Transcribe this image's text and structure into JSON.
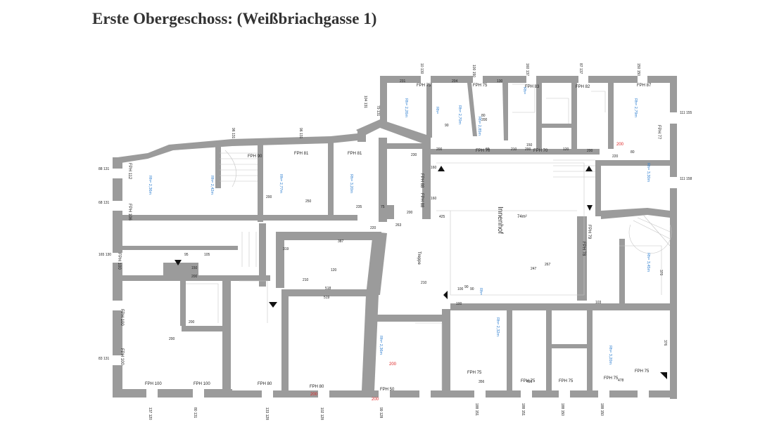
{
  "title": "Erste Obergeschoss: (Weißbriachgasse 1)",
  "courtyard_label": "Innenhof",
  "courtyard_area": "74m²",
  "stair_text": "Treppe",
  "fph_labels": [
    "FPH 75",
    "FPH 75",
    "FPH 83",
    "FPH 82",
    "FPH 87",
    "FPH 77",
    "FPH 90",
    "FPH 81",
    "FPH 81",
    "FPH 112",
    "FPH 106",
    "FPH 100",
    "FPH 100",
    "FPH 100",
    "FPH 100",
    "FPH 100",
    "FPH 80",
    "FPH 80",
    "FPH 50",
    "FPH 75",
    "FPH 75",
    "FPH 75",
    "FPH 75",
    "FPH 75",
    "FPH 70",
    "FPH 70",
    "FPH 88",
    "FPH 88",
    "FPH 79",
    "FPH 78"
  ],
  "dim_labels": [
    "231",
    "204",
    "130",
    "90",
    "200",
    "80",
    "200",
    "60",
    "210",
    "150",
    "200",
    "120",
    "200",
    "220",
    "230",
    "160",
    "160",
    "75",
    "235",
    "200",
    "220",
    "319",
    "387",
    "518",
    "519",
    "263",
    "210",
    "105",
    "95",
    "150",
    "200",
    "247",
    "267",
    "100",
    "90",
    "103",
    "356",
    "496",
    "478",
    "376",
    "370",
    "210",
    "90",
    "200",
    "200",
    "120",
    "100",
    "425",
    "200",
    "250",
    "80"
  ],
  "edge_labels": [
    "10 130",
    "100 150",
    "160 137",
    "87 137",
    "150 150",
    "111 155",
    "111 158",
    "96 131",
    "96 131",
    "165 130",
    "83 131",
    "88 131",
    "68 131",
    "137 120",
    "80 131",
    "133 128",
    "102 128",
    "99 128",
    "188 151",
    "188 151",
    "188 150",
    "188 150",
    "104 131",
    "79 131"
  ],
  "blue_labels": [
    "Rh= 2,26m",
    "Rh= 2,70m",
    "Rh= 2,85m",
    "Rh= 2,36m",
    "Rh= 2,42m",
    "Rh= 2,77m",
    "Rh= 3,20m",
    "Rh= 3,30m",
    "Rh= 3,45m",
    "Rh= 3,20m",
    "Rh= 2,36m",
    "Rh= 2,32m",
    "Rh= 2,79m",
    "Rh=",
    "Rh=",
    "Rh="
  ],
  "red_labels": [
    "200",
    "200",
    "200",
    "200"
  ],
  "icons": {
    "north_arrow": "triangle-marker-icon",
    "stair": "stair-icon"
  },
  "colors": {
    "wall": "#9b9b9b",
    "text": "#333333",
    "room_height": "#2f7fd0",
    "marker": "#d22222"
  }
}
